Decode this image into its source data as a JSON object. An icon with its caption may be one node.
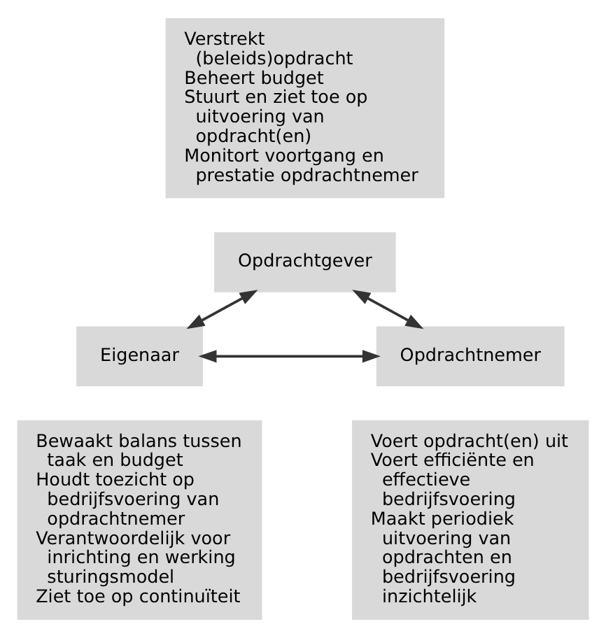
{
  "diagram": {
    "nodes": [
      {
        "text": [
          "Verstrekt (beleids)opdracht",
          "Beheert budget",
          "Stuurt en ziet toe op uitvoering van opdracht(en)",
          "Monitort voortgang en prestatie opdrachtnemer"
        ]
      },
      {
        "text": [
          "Opdrachtgever"
        ]
      },
      {
        "text": [
          "Eigenaar"
        ]
      },
      {
        "text": [
          "Opdrachtnemer"
        ]
      },
      {
        "text": [
          "Bewaakt balans tussen taak en budget",
          "Houdt toezicht op bedrijfsvoering van opdrachtnemer",
          "Verantwoordelijk voor inrichting en werking sturingsmodel",
          "Ziet toe op continuïteit"
        ]
      },
      {
        "text": [
          "Voert opdracht(en) uit",
          "Voert efficiënte en effectieve bedrijfsvoering",
          "Maakt periodiek uitvoering van opdrachten en bedrijfsvoering inzichtelijk"
        ]
      }
    ],
    "edges": [
      {
        "from": 1,
        "to": 2,
        "arrow": "both"
      },
      {
        "from": 1,
        "to": 3,
        "arrow": "both"
      },
      {
        "from": 2,
        "to": 3,
        "arrow": "both"
      }
    ]
  }
}
